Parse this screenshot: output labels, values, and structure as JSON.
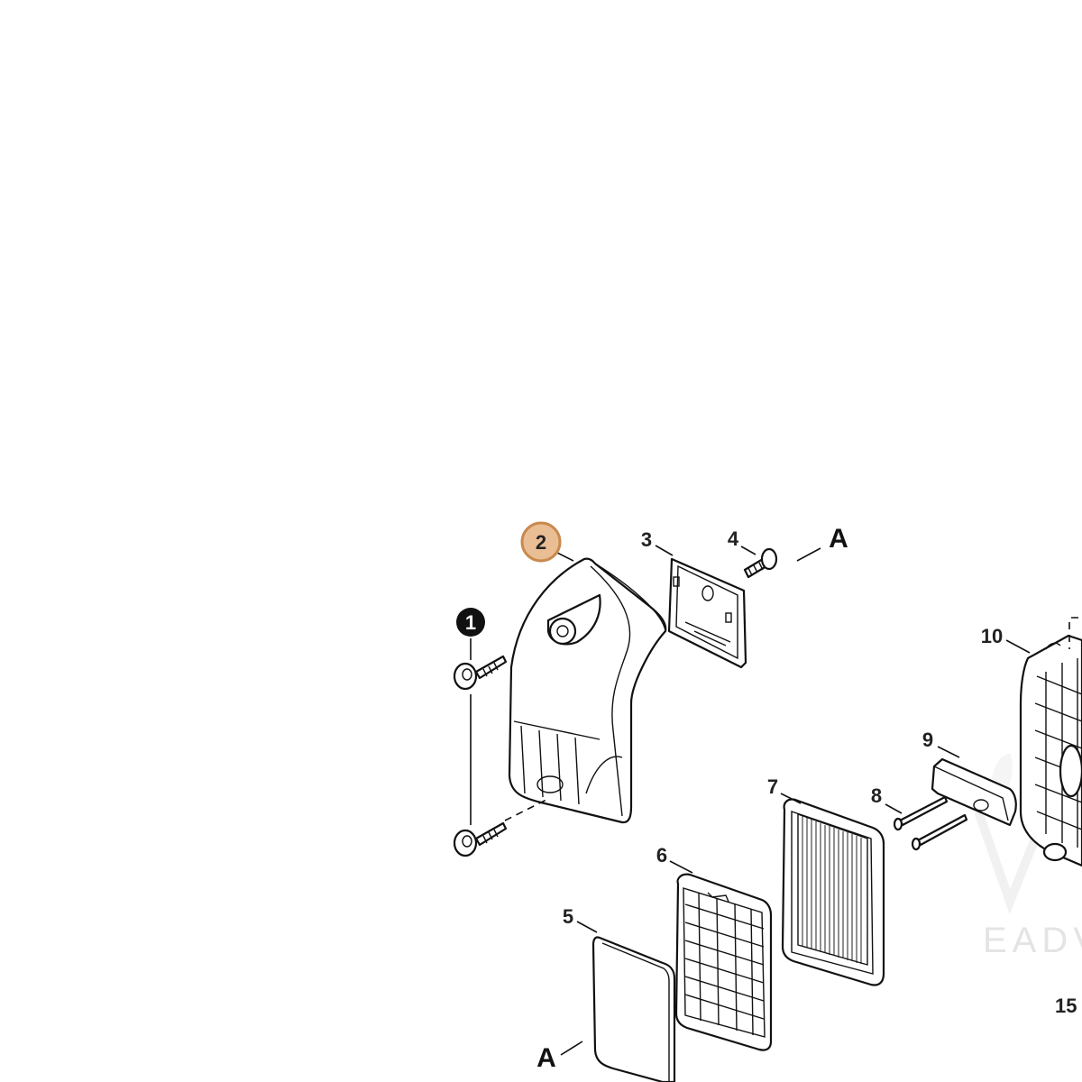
{
  "diagram": {
    "callouts": [
      {
        "id": "1",
        "label": "1",
        "style": "black-circle"
      },
      {
        "id": "2",
        "label": "2",
        "style": "highlight-circle"
      },
      {
        "id": "3",
        "label": "3"
      },
      {
        "id": "4",
        "label": "4"
      },
      {
        "id": "5",
        "label": "5"
      },
      {
        "id": "6",
        "label": "6"
      },
      {
        "id": "7",
        "label": "7"
      },
      {
        "id": "8",
        "label": "8"
      },
      {
        "id": "9",
        "label": "9"
      },
      {
        "id": "10",
        "label": "10"
      },
      {
        "id": "15",
        "label": "15"
      }
    ],
    "reference_marks": {
      "top": "A",
      "bottom": "A"
    },
    "watermark": "EADVENT",
    "colors": {
      "highlight_fill": "#e9be95",
      "highlight_stroke": "#c98a4e",
      "line": "#111111",
      "watermark": "#e4e4e4"
    }
  }
}
